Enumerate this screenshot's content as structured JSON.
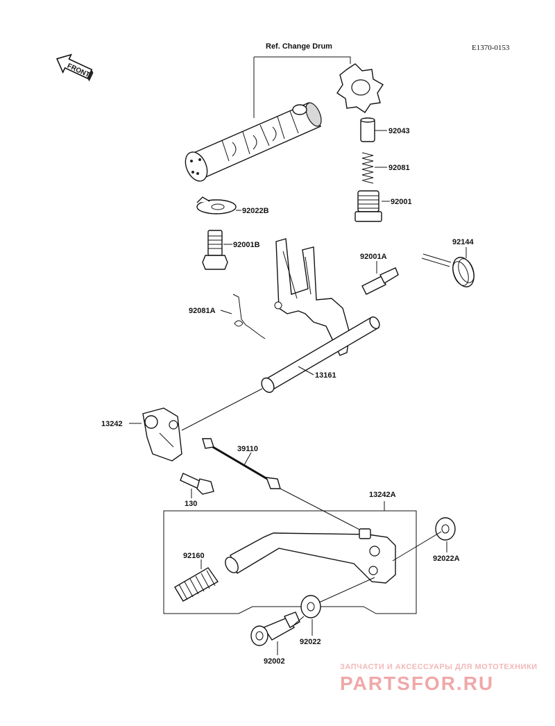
{
  "diagram": {
    "code": "E1370-0153",
    "front_badge": "FRONT",
    "ref_label": "Ref. Change Drum",
    "parts": [
      "92043",
      "92081",
      "92001",
      "92022B",
      "92001B",
      "92144",
      "92001A",
      "92081A",
      "13161",
      "13242",
      "39110",
      "130",
      "13242A",
      "92160",
      "92022A",
      "92022",
      "92002"
    ]
  },
  "watermark": {
    "line1": "ЗАПЧАСТИ И АКСЕССУАРЫ ДЛЯ МОТОТЕХНИКИ",
    "line2": "PARTSFOR.RU"
  }
}
